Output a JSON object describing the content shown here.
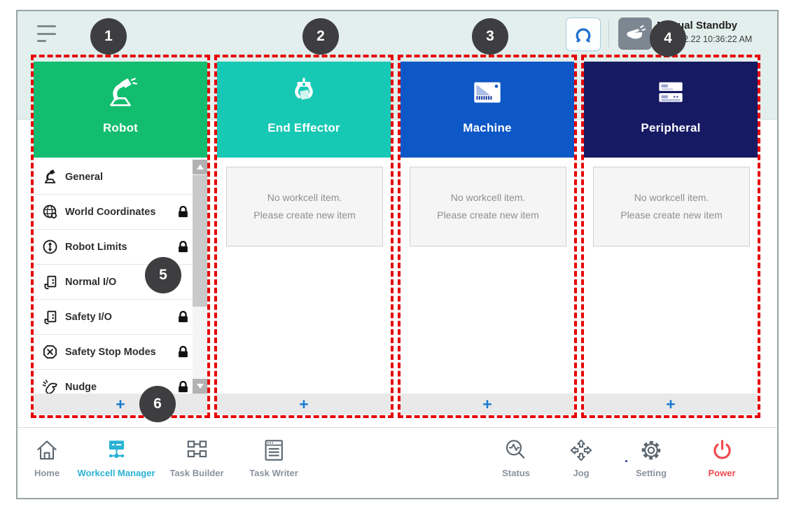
{
  "topbar": {
    "menu_icon": "hamburger-icon",
    "gripper_button_icon": "gripper-icon",
    "hand_button_icon": "manual-hand-icon",
    "status_title": "Manual Standby",
    "status_datetime": "2022.02.22 10:36:22 AM"
  },
  "badges": [
    "1",
    "2",
    "3",
    "4",
    "5",
    "6"
  ],
  "columns": [
    {
      "title": "Robot",
      "icon": "robot-arm-icon",
      "color": "#12bd6f"
    },
    {
      "title": "End Effector",
      "icon": "gripper-icon",
      "color": "#17c9b5"
    },
    {
      "title": "Machine",
      "icon": "machine-icon",
      "color": "#0e57c6"
    },
    {
      "title": "Peripheral",
      "icon": "peripheral-icon",
      "color": "#161a63"
    }
  ],
  "robot_items": [
    {
      "label": "General",
      "icon": "robot-arm-icon",
      "locked": false
    },
    {
      "label": "World Coordinates",
      "icon": "world-coordinates-icon",
      "locked": true
    },
    {
      "label": "Robot Limits",
      "icon": "robot-limits-icon",
      "locked": true
    },
    {
      "label": "Normal I/O",
      "icon": "io-port-icon",
      "locked": false
    },
    {
      "label": "Safety I/O",
      "icon": "io-port-icon",
      "locked": true
    },
    {
      "label": "Safety Stop Modes",
      "icon": "stop-octagon-icon",
      "locked": true
    },
    {
      "label": "Nudge",
      "icon": "nudge-hand-icon",
      "locked": true
    }
  ],
  "empty_state": {
    "line1": "No workcell item.",
    "line2": "Please create new item"
  },
  "add_label": "+",
  "nav": [
    {
      "label": "Home",
      "icon": "home-icon",
      "active": false
    },
    {
      "label": "Workcell Manager",
      "icon": "workcell-manager-icon",
      "active": true
    },
    {
      "label": "Task Builder",
      "icon": "task-builder-icon",
      "active": false
    },
    {
      "label": "Task Writer",
      "icon": "task-writer-icon",
      "active": false
    },
    {
      "label": "Status",
      "icon": "status-icon",
      "active": false
    },
    {
      "label": "Jog",
      "icon": "jog-icon",
      "active": false
    },
    {
      "label": "Setting",
      "icon": "setting-icon",
      "active": false
    },
    {
      "label": "Power",
      "icon": "power-icon",
      "active": false
    }
  ],
  "colors": {
    "top_band": "#e2efec",
    "robot_green": "#12bd6f",
    "end_effector_teal": "#17c9b5",
    "machine_blue": "#0e57c6",
    "peripheral_navy": "#161a63",
    "annotation_red": "#e60000",
    "badge_dark": "#3e3e40",
    "accent_cyan": "#2ab3d5",
    "power_red": "#f1494e",
    "add_blue": "#1a7ad0"
  }
}
